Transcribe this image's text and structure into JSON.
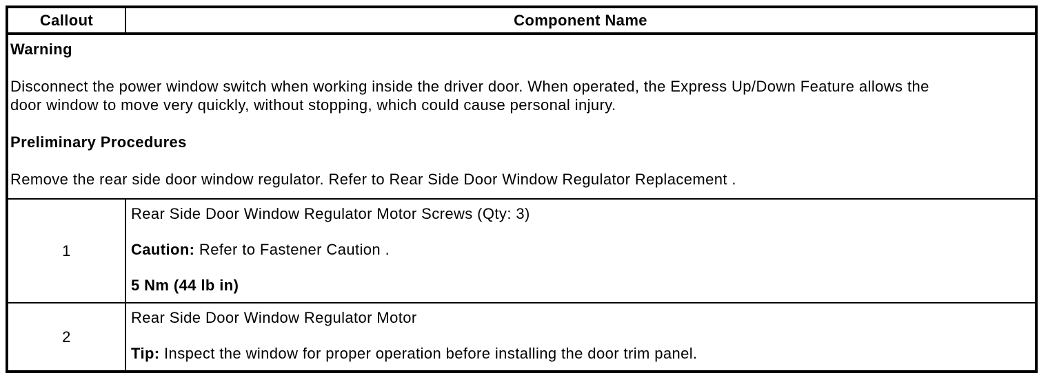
{
  "header": {
    "callout": "Callout",
    "component_name": "Component Name"
  },
  "notes": {
    "warning_title": "Warning",
    "warning_text": "Disconnect the power window switch when working inside the driver door. When operated, the Express Up/Down Feature allows the door window to move very quickly, without stopping, which could cause personal injury.",
    "preliminary_title": "Preliminary Procedures",
    "preliminary_text": "Remove the rear side door window regulator. Refer to ",
    "preliminary_link": "Rear Side Door Window Regulator Replacement",
    "preliminary_suffix": " ."
  },
  "rows": [
    {
      "callout": "1",
      "component": "Rear Side Door Window Regulator Motor Screws (Qty: 3)",
      "caution_label": "Caution:",
      "caution_text": " Refer to ",
      "caution_link": "Fastener Caution",
      "caution_suffix": " .",
      "torque": "5 Nm (44 lb in)"
    },
    {
      "callout": "2",
      "component": "Rear Side Door Window Regulator Motor",
      "tip_label": "Tip:",
      "tip_text": " Inspect the window for proper operation before installing the door trim panel."
    }
  ]
}
